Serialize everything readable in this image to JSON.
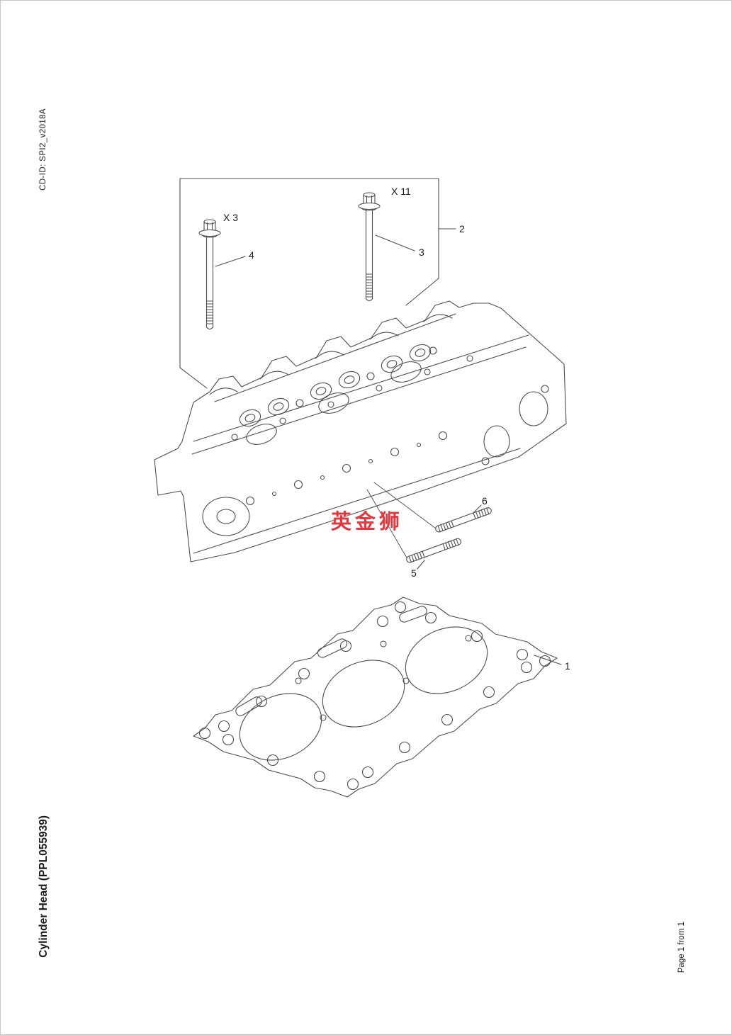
{
  "page": {
    "cd_id": "CD-ID: SPI2_v2018A",
    "title": "Cylinder Head (PPL055939)",
    "page_indicator": "Page 1 from 1",
    "watermark": "英金狮"
  },
  "diagram": {
    "callouts": {
      "gasket": "1",
      "bolt_box": "2",
      "head_bolt": "3",
      "flange_bolt": "4",
      "stud_front": "5",
      "stud_rear": "6"
    },
    "quantities": {
      "flange_bolt": "X 3",
      "head_bolt": "X 11"
    },
    "colors": {
      "line": "#4d4d4d",
      "label": "#1a1a1a",
      "watermark": "#e03a40"
    }
  }
}
